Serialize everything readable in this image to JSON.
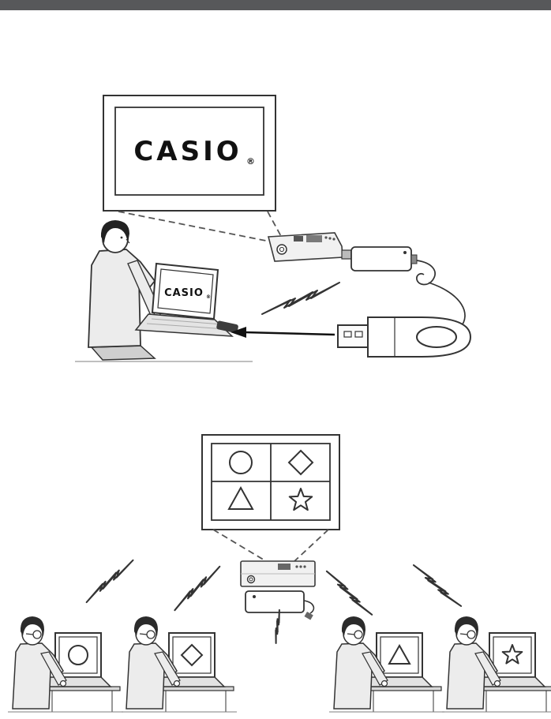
{
  "page": {
    "top_bar_color": "#57585a",
    "background_color": "#ffffff"
  },
  "top_illustration": {
    "screen_logo": "CASIO",
    "registered_mark": "®",
    "laptop_logo": "CASIO",
    "icons": {
      "projection_screen": "projection-screen",
      "projector": "projector",
      "wireless_adapter": "wireless-adapter",
      "usb_wireless_adapter": "usb-wireless-adapter",
      "wireless_signal": "lightning-bolt",
      "presenter": "person-at-laptop",
      "connection_arrow": "arrow-left"
    }
  },
  "bottom_illustration": {
    "screen_quadrants": [
      "circle",
      "diamond",
      "triangle",
      "star"
    ],
    "laptop_screens": [
      "circle",
      "diamond",
      "triangle",
      "star"
    ],
    "icons": {
      "projector": "projector",
      "wireless_adapter": "wireless-adapter",
      "wireless_signal": "lightning-bolt",
      "user": "person-at-laptop"
    }
  }
}
